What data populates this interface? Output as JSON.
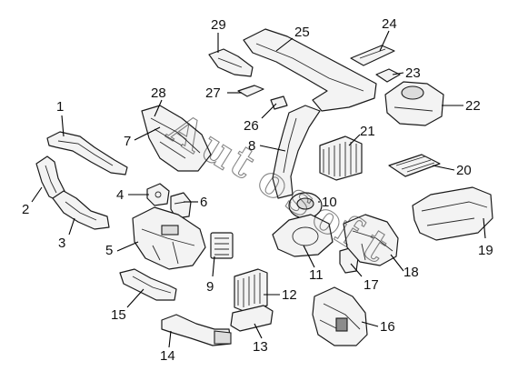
{
  "callouts": [
    {
      "number": "1",
      "part": "duct-left-upper"
    },
    {
      "number": "2",
      "part": "duct-left-elbow"
    },
    {
      "number": "3",
      "part": "duct-left-lower"
    },
    {
      "number": "4",
      "part": "bracket-small"
    },
    {
      "number": "5",
      "part": "heater-box"
    },
    {
      "number": "6",
      "part": "actuator-small"
    },
    {
      "number": "7",
      "part": "outlet-pair"
    },
    {
      "number": "8",
      "part": "vertical-duct"
    },
    {
      "number": "9",
      "part": "resistor"
    },
    {
      "number": "10",
      "part": "blower-motor"
    },
    {
      "number": "11",
      "part": "blower-housing"
    },
    {
      "number": "12",
      "part": "heater-core"
    },
    {
      "number": "13",
      "part": "foam-pad"
    },
    {
      "number": "14",
      "part": "floor-duct"
    },
    {
      "number": "15",
      "part": "rear-duct"
    },
    {
      "number": "16",
      "part": "evaporator-housing"
    },
    {
      "number": "17",
      "part": "clip"
    },
    {
      "number": "18",
      "part": "case-half"
    },
    {
      "number": "19",
      "part": "distribution-box"
    },
    {
      "number": "20",
      "part": "cabin-filter"
    },
    {
      "number": "21",
      "part": "evaporator-core"
    },
    {
      "number": "22",
      "part": "intake-housing"
    },
    {
      "number": "23",
      "part": "damper-link"
    },
    {
      "number": "24",
      "part": "cover-plate"
    },
    {
      "number": "25",
      "part": "defroster-duct"
    },
    {
      "number": "26",
      "part": "connector"
    },
    {
      "number": "27",
      "part": "seal-strip"
    },
    {
      "number": "28",
      "part": "vent-grille"
    },
    {
      "number": "29",
      "part": "end-cap"
    }
  ],
  "watermark": "Autosoft",
  "watermark_letters": [
    "A",
    "u",
    "t",
    "o",
    "s",
    "o",
    "f",
    "t"
  ]
}
